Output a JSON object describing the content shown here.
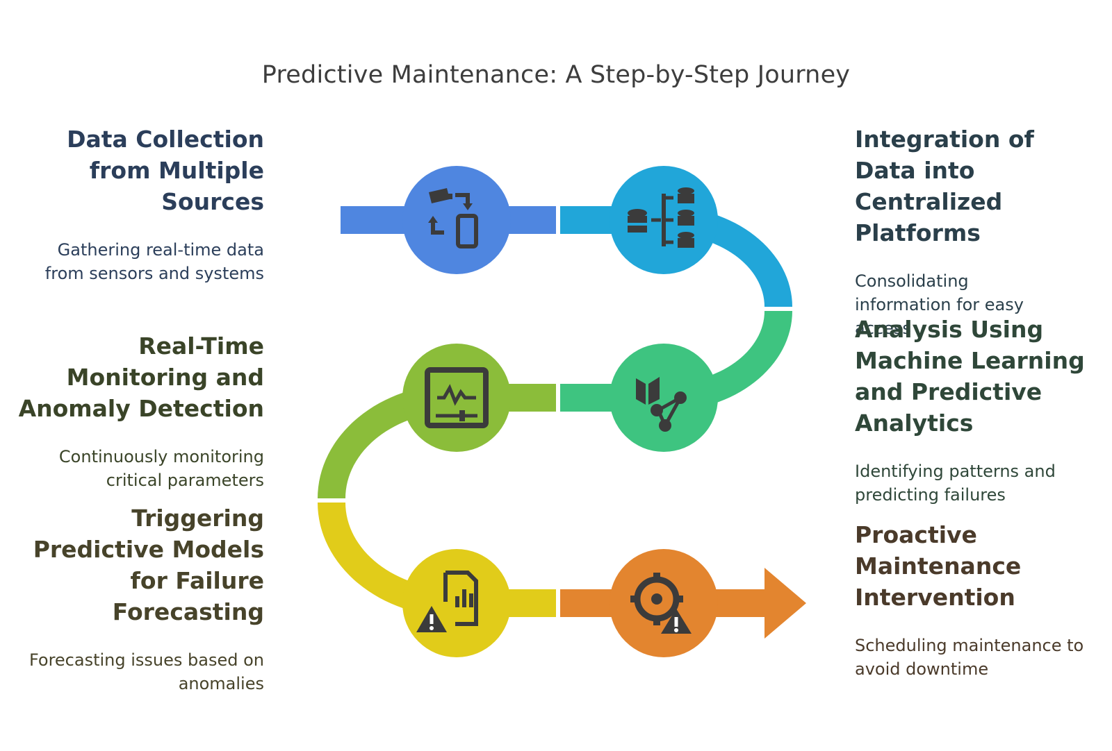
{
  "title": "Predictive Maintenance: A Step-by-Step Journey",
  "steps": [
    {
      "title": "Data Collection from Multiple Sources",
      "desc": "Gathering real-time data from sensors and systems",
      "color": "#4f86e0",
      "text_color": "#2b3e5a",
      "icon": "camera-device-sync-icon"
    },
    {
      "title": "Integration of Data into Centralized Platforms",
      "desc": "Consolidating information for easy access",
      "color": "#21a6d9",
      "text_color": "#2a3f4a",
      "icon": "database-hierarchy-icon"
    },
    {
      "title": "Analysis Using Machine Learning and Predictive Analytics",
      "desc": "Identifying patterns and predicting failures",
      "color": "#3ec480",
      "text_color": "#2f4739",
      "icon": "book-network-icon"
    },
    {
      "title": "Real-Time Monitoring and Anomaly Detection",
      "desc": "Continuously monitoring critical parameters",
      "color": "#8bbd3a",
      "text_color": "#3a4428",
      "icon": "monitor-pulse-icon"
    },
    {
      "title": "Triggering Predictive Models for Failure Forecasting",
      "desc": "Forecasting issues based on anomalies",
      "color": "#e1cc1a",
      "text_color": "#47432a",
      "icon": "report-warning-icon"
    },
    {
      "title": "Proactive Maintenance Intervention",
      "desc": "Scheduling maintenance to avoid downtime",
      "color": "#e3852f",
      "text_color": "#4a3a2a",
      "icon": "gear-warning-icon"
    }
  ]
}
